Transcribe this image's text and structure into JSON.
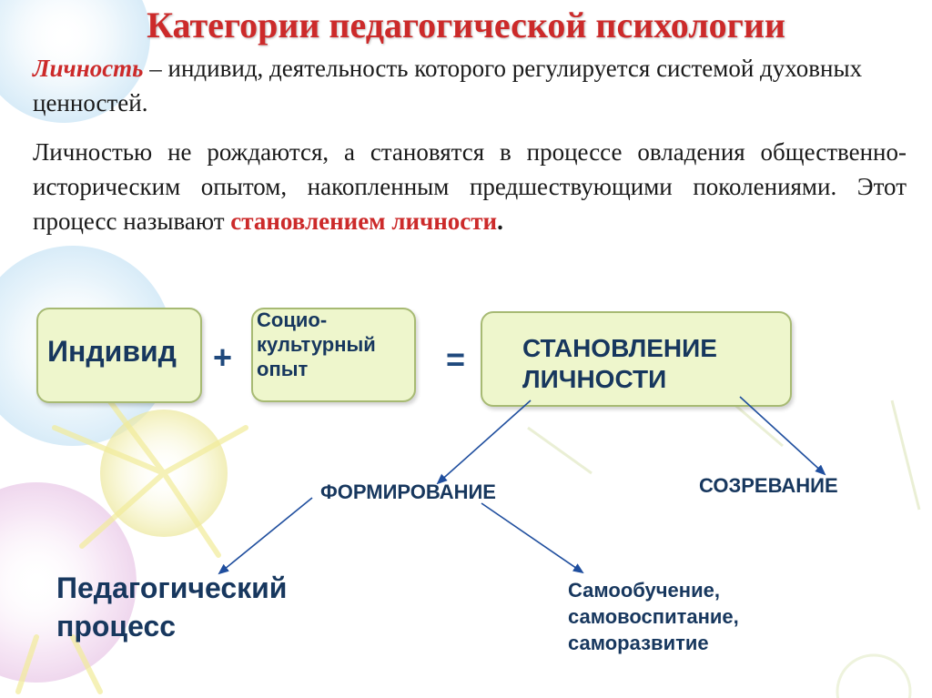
{
  "slide": {
    "title": "Категории педагогической психологии",
    "definition": {
      "term": "Личность",
      "text": " – индивид, деятельность которого регулируется системой духовных ценностей."
    },
    "process": {
      "text": "Личностью не рождаются, а становятся в процессе овладения общественно-историческим опытом, накопленным предшествующими поколениями. Этот процесс называют ",
      "highlight": "становлением личности",
      "end": "."
    }
  },
  "diagram": {
    "box_individ": "Индивид",
    "operator_plus": "+",
    "box_social": "Социо-культурный опыт",
    "operator_equals": "=",
    "box_result": "СТАНОВЛЕНИЕ ЛИЧНОСТИ",
    "branch_formation": "ФОРМИРОВАНИЕ",
    "branch_maturation": "СОЗРЕВАНИЕ",
    "leaf_pedagogical": "Педагогический процесс",
    "leaf_self": "Самообучение, самовоспитание, саморазвитие"
  },
  "colors": {
    "title_red": "#cc2a2a",
    "box_fill": "#eef6cc",
    "box_border": "#a7ba73",
    "diagram_text": "#17375e",
    "arrow": "#1f4e9e"
  }
}
